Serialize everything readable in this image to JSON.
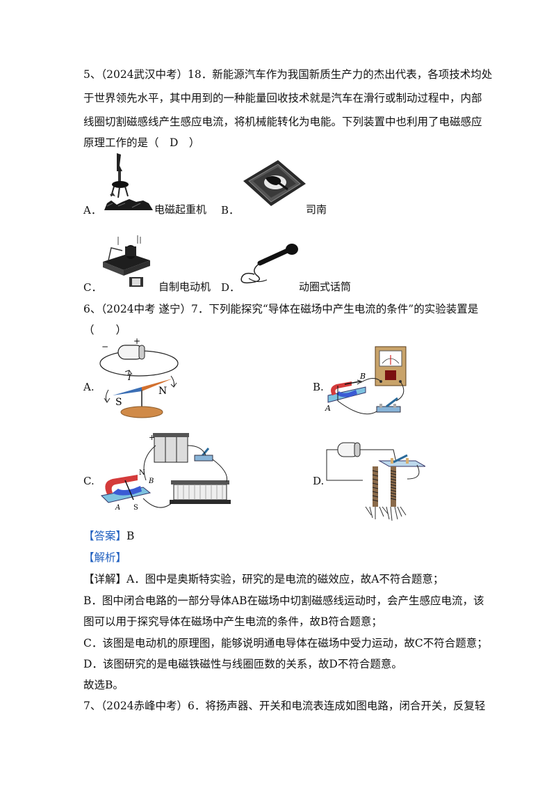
{
  "q5": {
    "lines": [
      "5、（2024武汉中考）18．新能源汽车作为我国新质生产力的杰出代表，各项技术均处",
      "于世界领先水平，其中用到的一种能量回收技术就是汽车在滑行或制动过程中，内部",
      "线圈切割磁感线产生感应电流，将机械能转化为电能。下列装置中也利用了电磁感应",
      "原理工作的是（　D　）"
    ],
    "options": [
      {
        "letter": "A．",
        "caption": "电磁起重机"
      },
      {
        "letter": "B．",
        "caption": "司南"
      },
      {
        "letter": "C．",
        "caption": "自制电动机"
      },
      {
        "letter": "D．",
        "caption": "动圈式话筒"
      }
    ]
  },
  "q6": {
    "lines": [
      "6、（2024中考  遂宁）7．下列能探究“导体在磁场中产生电流的条件”的实验装置是",
      "（　　）"
    ],
    "options": [
      {
        "letter": "A."
      },
      {
        "letter": "B."
      },
      {
        "letter": "C."
      },
      {
        "letter": "D."
      }
    ],
    "figA": {
      "plus": "+",
      "minus": "−",
      "current": "I",
      "south": "S",
      "north": "N"
    },
    "figB": {
      "a": "A",
      "b": "B"
    },
    "figC": {
      "plus": "+",
      "north": "N",
      "south": "S",
      "a": "A",
      "b": "B"
    },
    "answer_tag": "【答案】",
    "answer_value": "B",
    "analysis_tag": "【解析】",
    "detail_tag": "【详解】",
    "explanation": [
      "A．图中是奥斯特实验，研究的是电流的磁效应，故A不符合题意；",
      "B．图中闭合电路的一部分导体AB在磁场中切割磁感线运动时，会产生感应电流，该",
      "图可以用于探究导体在磁场中产生电流的条件，故B符合题意；",
      "C．该图是电动机的原理图，能够说明通电导体在磁场中受力运动，故C不符合题意；",
      "D．该图研究的是电磁铁磁性与线圈匝数的关系，故D不符合题意。",
      "故选B。"
    ]
  },
  "q7": {
    "lines": [
      "7、（2024赤峰中考）6．将扬声器、开关和电流表连成如图电路，闭合开关，反复轻"
    ]
  }
}
